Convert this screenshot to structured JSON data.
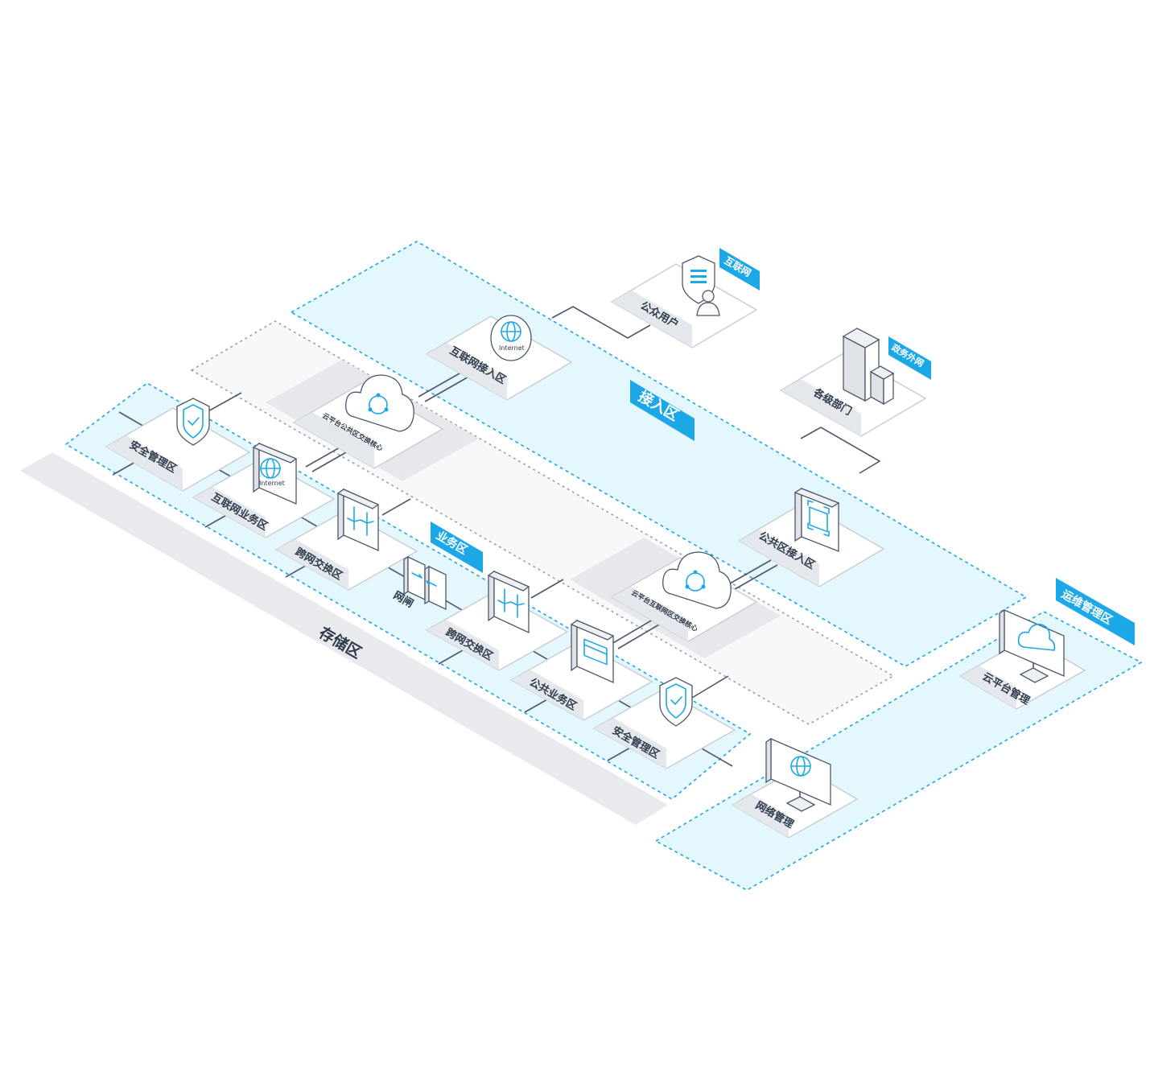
{
  "zones": {
    "access": "接入区",
    "business": "业务区",
    "ops": "运维管理区",
    "storage": "存储区"
  },
  "tags": {
    "internet": "互联网",
    "gov_extranet": "政务外网"
  },
  "nodes": {
    "public_users": "公众用户",
    "all_departments": "各级部门",
    "internet_access": "互联网接入区",
    "public_access": "公共区接入区",
    "cloud_public_core": "云平台公共区交换核心",
    "cloud_internet_core": "云平台互联网区交换核心",
    "sec_mgmt_left": "安全管理区",
    "internet_business": "互联网业务区",
    "cross_exchange_1": "跨网交换区",
    "gateway": "网闸",
    "cross_exchange_2": "跨网交换区",
    "public_business": "公共业务区",
    "sec_mgmt_right": "安全管理区",
    "net_mgmt": "网络管理",
    "cloud_mgmt": "云平台管理"
  },
  "icon_text": {
    "internet_globe": "Internet"
  },
  "colors": {
    "accent": "#1ca8e6",
    "zone_fill": "#e4f7fc",
    "storage_band": "#e8eaee",
    "text": "#2f3b4c",
    "wire": "#4c5869"
  }
}
